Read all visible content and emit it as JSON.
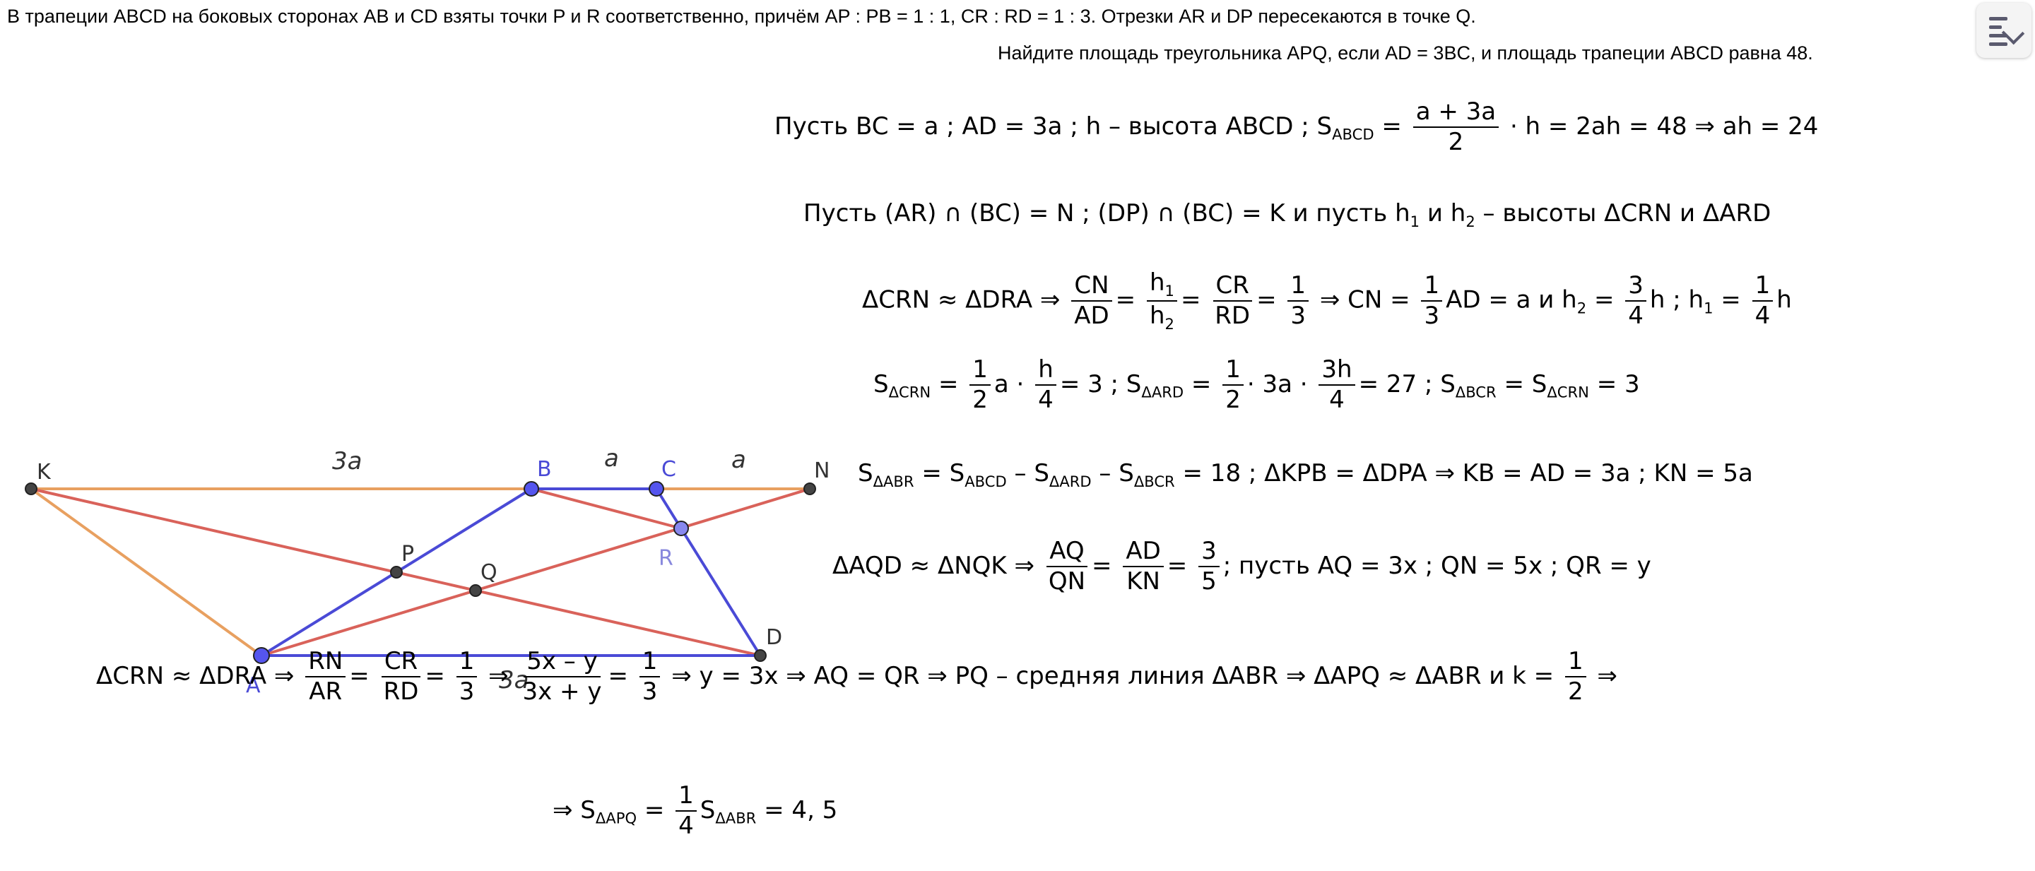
{
  "problem": {
    "line1": "В трапеции ABCD на боковых сторонах AB и CD взяты точки P и R соответственно, причём AP : PB = 1 : 1, CR : RD = 1 : 3. Отрезки AR и DP пересекаются в точке Q.",
    "line2": "Найдите площадь треугольника APQ, если AD = 3BC, и площадь трапеции ABCD равна 48."
  },
  "toolbar": {
    "icon": "menu-icon"
  },
  "colors": {
    "blue": "#4a4ad6",
    "red": "#d9625a",
    "orange": "#e8a060",
    "point": "#333333",
    "point_blue": "#6666ee"
  },
  "diagram": {
    "points": {
      "K": "K",
      "B": "B",
      "C": "C",
      "N": "N",
      "A": "A",
      "D": "D",
      "P": "P",
      "Q": "Q",
      "R": "R"
    },
    "seg_labels": {
      "KB": "3a",
      "BC": "a",
      "CN": "a",
      "AD": "3a"
    }
  },
  "solution": {
    "l1": {
      "a": "Пусть BC = a ;  AD = 3a ;  h – высота ABCD ;  S",
      "a_sub": "ABCD",
      "b": "  =  ",
      "fn": "a + 3a",
      "fd": "2",
      "c": "· h  = 2ah = 48  ⇒ ah = 24"
    },
    "l2": {
      "a": "Пусть (AR) ∩ (BC)  =  N ; (DP) ∩ (BC) = K  и  пусть h",
      "s1": "1",
      "b": "  и  h",
      "s2": "2",
      "c": "  –  высоты  ΔCRN  и  ΔARD"
    },
    "l3": {
      "a": "ΔCRN   ≈  ΔDRA   ⇒ ",
      "f1n": "CN",
      "f1d": "AD",
      "eq": "=",
      "f2n": "h",
      "f2ns": "1",
      "f2d": "h",
      "f2ds": "2",
      "f3n": "CR",
      "f3d": "RD",
      "f4n": "1",
      "f4d": "3",
      "b": "⇒ CN = ",
      "f5n": "1",
      "f5d": "3",
      "c": "AD = a и h",
      "c_sub": "2",
      "c2": " = ",
      "f6n": "3",
      "f6d": "4",
      "d": "h ;  h",
      "d_sub": "1",
      "d2": " = ",
      "f7n": "1",
      "f7d": "4",
      "e": "h"
    },
    "l4": {
      "a": "S",
      "a_sub": "ΔCRN",
      "b": " = ",
      "f1n": "1",
      "f1d": "2",
      "c": "a · ",
      "f2n": "h",
      "f2d": "4",
      "d": "= 3 ;  S",
      "d_sub": "ΔARD",
      "e": " = ",
      "f3n": "1",
      "f3d": "2",
      "g": "· 3a · ",
      "f4n": "3h",
      "f4d": "4",
      "h": "= 27 ;  S",
      "h_sub": "ΔBCR",
      "i": " = S",
      "i_sub": "ΔCRN",
      "j": " = 3"
    },
    "l5": {
      "a": "S",
      "a_sub": "ΔABR",
      "b": " = S",
      "b_sub": "ABCD",
      "c": " – S",
      "c_sub": "ΔARD",
      "d": " – S",
      "d_sub": "ΔBCR",
      "e": " = 18 ;   ΔKPB =  ΔDPA  ⇒ KB = AD = 3a ; KN = 5a"
    },
    "l6": {
      "a": "ΔAQD   ≈   ΔNQK  ⇒ ",
      "f1n": "AQ",
      "f1d": "QN",
      "eq": "=",
      "f2n": "AD",
      "f2d": "KN",
      "f3n": "3",
      "f3d": "5",
      "b": "; пусть AQ = 3x ;  QN = 5x ;  QR = y"
    },
    "l7": {
      "a": "ΔCRN  ≈  ΔDRA   ⇒ ",
      "f1n": "RN",
      "f1d": "AR",
      "eq": "=",
      "f2n": "CR",
      "f2d": "RD",
      "f3n": "1",
      "f3d": "3",
      "b": " ⇒ ",
      "f4n": "5x – y",
      "f4d": "3x + y",
      "f5n": "1",
      "f5d": "3",
      "c": " ⇒ y = 3x   ⇒ AQ  =  QR   ⇒ PQ –  средняя линия  ΔABR   ⇒  ΔAPQ   ≈   ΔABR  и  k = ",
      "f6n": "1",
      "f6d": "2",
      "d": " ⇒"
    },
    "l8": {
      "a": "⇒  S",
      "a_sub": "ΔAPQ",
      "b": " = ",
      "f1n": "1",
      "f1d": "4",
      "c": "S",
      "c_sub": "ΔABR",
      "d": " = 4, 5"
    }
  }
}
